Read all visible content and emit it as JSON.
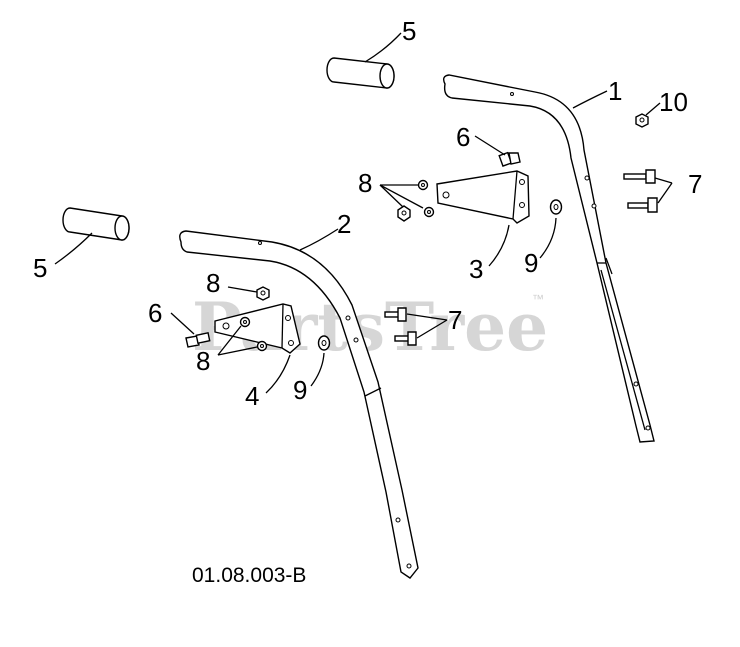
{
  "diagram": {
    "watermark": "PartsTree",
    "watermark_tm": "™",
    "drawing_code": "01.08.003-B",
    "callouts": {
      "grip_top": "5",
      "grip_left": "5",
      "upper_handle_right": "1",
      "upper_handle_left": "2",
      "bracket_right": "3",
      "bracket_left": "4",
      "bolt_right": "6",
      "bolt_left": "6",
      "screws_right": "7",
      "screws_left": "7",
      "nuts_right": "8",
      "nut_left_top": "8",
      "nuts_left_bottom": "8",
      "washer_right": "9",
      "washer_left": "9",
      "nut_small": "10"
    }
  }
}
